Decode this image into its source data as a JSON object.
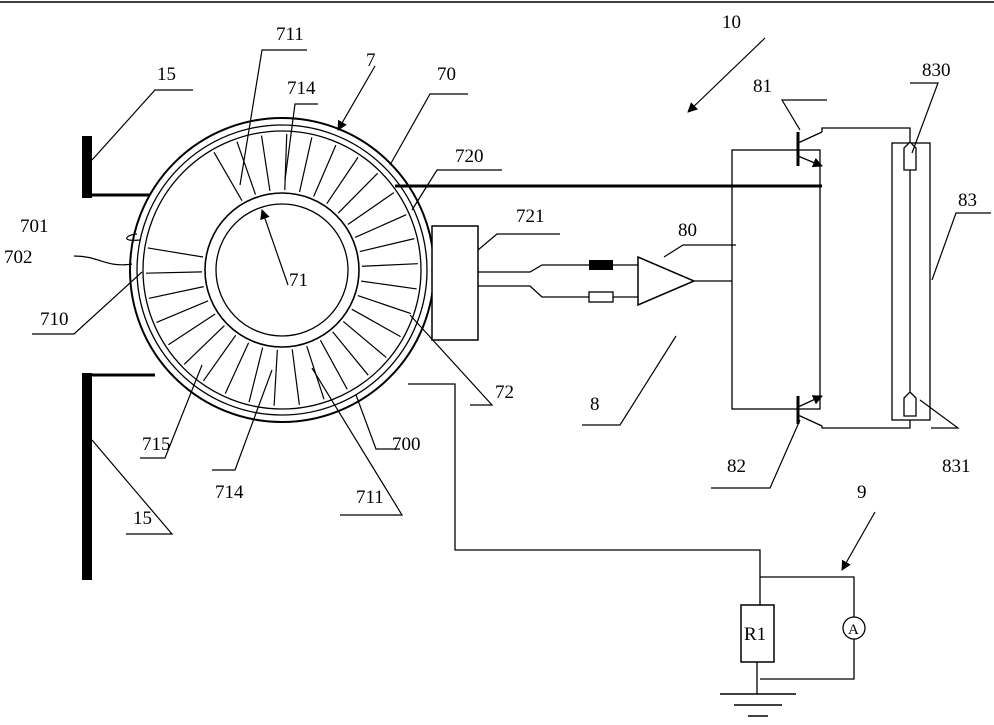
{
  "labels": {
    "l10": "10",
    "l7": "7",
    "l70": "70",
    "l711_top": "711",
    "l714_top": "714",
    "l15_top": "15",
    "l720": "720",
    "l721": "721",
    "l701": "701",
    "l702": "702",
    "l71": "71",
    "l710": "710",
    "l72": "72",
    "l715": "715",
    "l700": "700",
    "l714_bot": "714",
    "l711_bot": "711",
    "l15_bot": "15",
    "l80": "80",
    "l8": "8",
    "l81": "81",
    "l82": "82",
    "l830": "830",
    "l83": "83",
    "l831": "831",
    "l9": "9",
    "r1": "R1",
    "ammeter": "A"
  },
  "colors": {
    "ink": "#000000",
    "background": "#ffffff"
  }
}
